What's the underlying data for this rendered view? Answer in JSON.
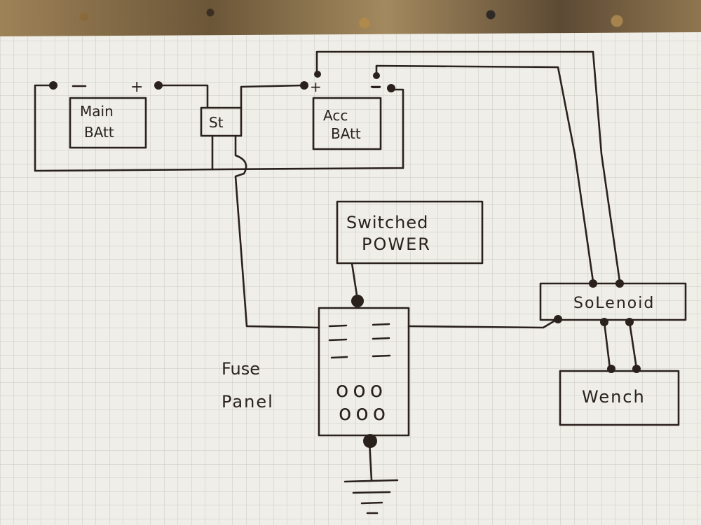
{
  "components": {
    "main_battery": {
      "line1": "Main",
      "line2": "BAtt",
      "neg": "−",
      "pos": "+"
    },
    "starter": {
      "label": "St"
    },
    "acc_battery": {
      "line1": "Acc",
      "line2": "BAtt",
      "pos": "+",
      "neg": "−"
    },
    "switched_power": {
      "line1": "Switched",
      "line2": "POWER"
    },
    "solenoid": {
      "label": "SoLenoid"
    },
    "winch": {
      "label": "Wench"
    },
    "fuse_panel": {
      "line1": "Fuse",
      "line2": "Panel",
      "fuses_row1": "ooo",
      "fuses_row2": "ooo"
    }
  },
  "colors": {
    "ink": "#2a211d",
    "paper": "#efeee8",
    "grid": "#c9c9c2"
  }
}
